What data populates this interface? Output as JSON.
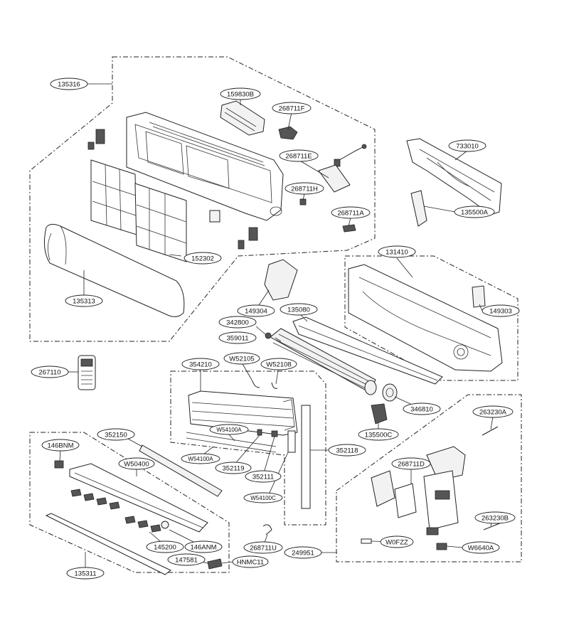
{
  "labels": {
    "p135316": "135316",
    "p159830b": "159830B",
    "p268711f": "268711F",
    "p268711e": "268711E",
    "p268711h": "268711H",
    "p268711a": "268711A",
    "p152302": "152302",
    "p135313": "135313",
    "p733010": "733010",
    "p135500a": "135500A",
    "p131410": "131410",
    "p149304": "149304",
    "p135080": "135080",
    "p149303": "149303",
    "p342800": "342800",
    "p359011": "359011",
    "p267110": "267110",
    "pw52105": "W52105",
    "pw52108": "W52108",
    "p354210": "354210",
    "p346810": "346810",
    "p135500c": "135500C",
    "p263230a": "263230A",
    "p352150": "352150",
    "p146bnm": "146BNM",
    "pw50400": "W50400",
    "pw54100a": "W54100A",
    "pw54100a2": "W54100A",
    "p352119": "352119",
    "p352111": "352111",
    "p352118": "352118",
    "p268711d": "268711D",
    "pw54100c": "W54100C",
    "p263230b": "263230B",
    "p145200": "145200",
    "p146anm": "146ANM",
    "pw0fzz": "W0FZZ",
    "pw6640a": "W6640A",
    "p268711u": "268711U",
    "p249951": "249951",
    "p147581": "147581",
    "phnmc11": "HNMC11",
    "p135311": "135311"
  }
}
